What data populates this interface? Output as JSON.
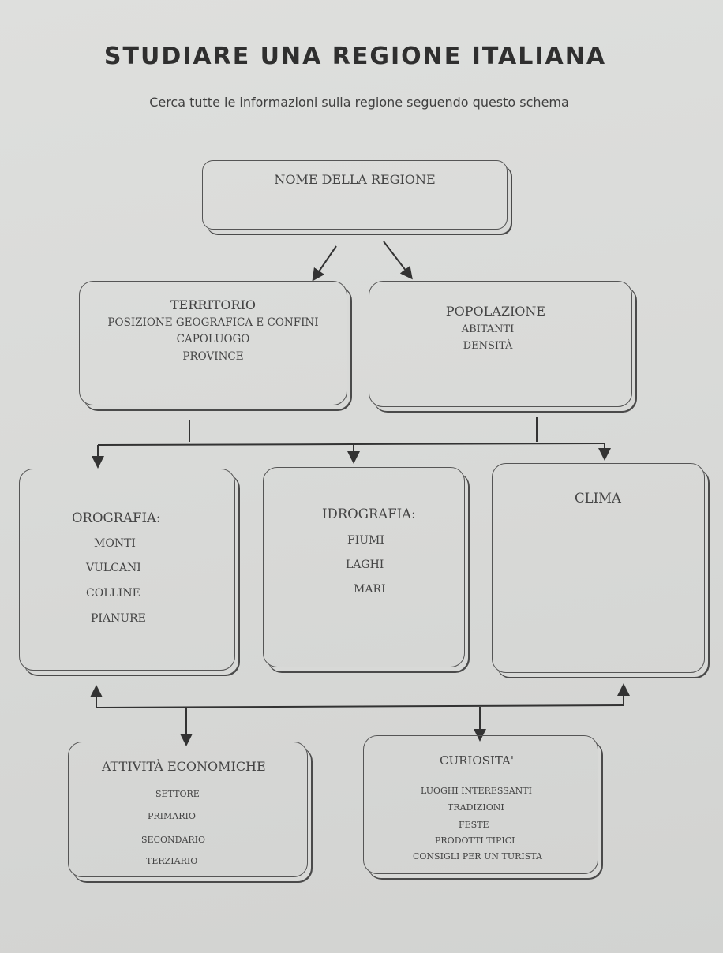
{
  "title": "STUDIARE UNA REGIONE ITALIANA",
  "subtitle": "Cerca tutte le informazioni sulla regione seguendo questo schema",
  "nome": {
    "label": "NOME DELLA REGIONE"
  },
  "territorio": {
    "heading": "TERRITORIO",
    "items": [
      "POSIZIONE GEOGRAFICA E CONFINI",
      "CAPOLUOGO",
      "PROVINCE"
    ]
  },
  "popolazione": {
    "heading": "POPOLAZIONE",
    "items": [
      "ABITANTI",
      "DENSITÀ"
    ]
  },
  "orografia": {
    "heading": "OROGRAFIA:",
    "items": [
      "MONTI",
      "VULCANI",
      "COLLINE",
      "PIANURE"
    ]
  },
  "idrografia": {
    "heading": "IDROGRAFIA:",
    "items": [
      "FIUMI",
      "LAGHI",
      "MARI"
    ]
  },
  "clima": {
    "heading": "CLIMA"
  },
  "attivita": {
    "heading": "ATTIVITÀ ECONOMICHE",
    "items": [
      "SETTORE",
      "PRIMARIO",
      "SECONDARIO",
      "TERZIARIO"
    ]
  },
  "curiosita": {
    "heading": "CURIOSITA'",
    "items": [
      "LUOGHI INTERESSANTI",
      "TRADIZIONI",
      "FESTE",
      "PRODOTTI TIPICI",
      "CONSIGLI PER UN TURISTA"
    ]
  }
}
